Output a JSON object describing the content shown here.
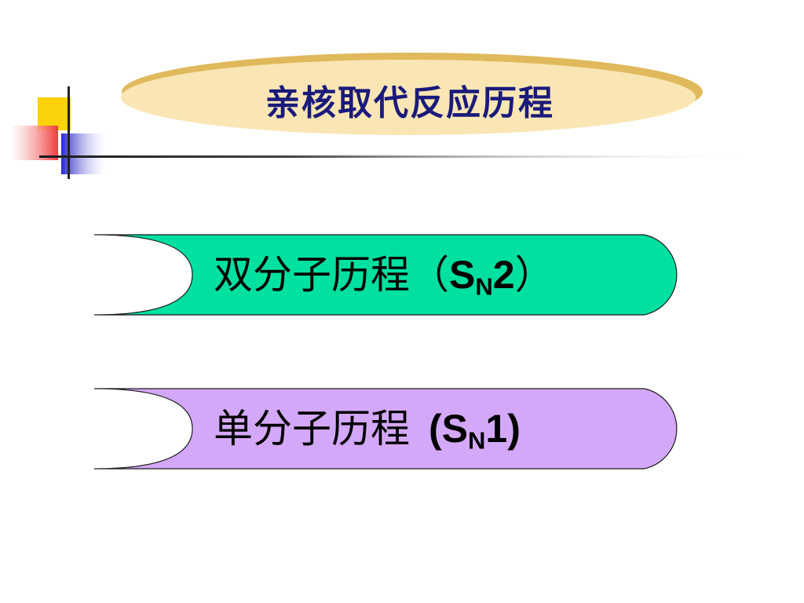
{
  "slide": {
    "title": "亲核取代反应历程",
    "options": [
      {
        "label_cn": "双分子历程",
        "open_paren": "（",
        "symbol": "S",
        "subscript": "N",
        "order": "2",
        "close_paren": "）",
        "fill": "#00e0a0"
      },
      {
        "label_cn": "单分子历程",
        "open_paren": "(",
        "symbol": "S",
        "subscript": "N",
        "order": "1",
        "close_paren": ")",
        "fill": "#d4a8f8"
      }
    ]
  },
  "colors": {
    "title_fill": "#fae6b4",
    "title_shadow": "#e0b95c",
    "title_text": "#1a1a7a",
    "deco_yellow": "#fcd20a",
    "deco_red": "#f03c3c",
    "deco_blue": "#2828c8"
  }
}
